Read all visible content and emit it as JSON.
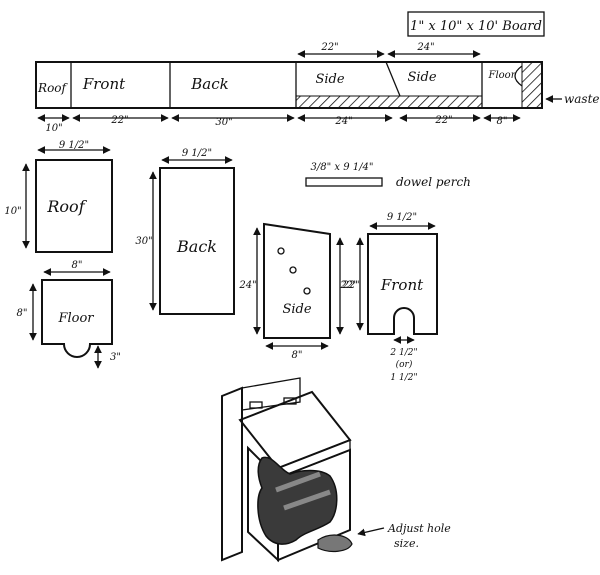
{
  "board_label": "1\" x 10\" x 10' Board",
  "waste_label": "waste",
  "board_segments": [
    {
      "name": "Roof",
      "bottom_dim": "10\""
    },
    {
      "name": "Front",
      "bottom_dim": "22\""
    },
    {
      "name": "Back",
      "bottom_dim": "30\""
    },
    {
      "name": "Side",
      "top_dim": "22\""
    },
    {
      "name": "Side",
      "top_dim": "24\""
    },
    {
      "name": "Floor",
      "bottom_dim": "8\""
    }
  ],
  "sides_bottom_dims": [
    "24\"",
    "22\""
  ],
  "parts": {
    "roof": {
      "name": "Roof",
      "width": "9 1/2\"",
      "height": "10\""
    },
    "back": {
      "name": "Back",
      "width": "9 1/2\"",
      "height": "30\""
    },
    "perch": {
      "label": "dowel perch",
      "size": "3/8\" x 9 1/4\""
    },
    "side": {
      "name": "Side",
      "front_height": "24\"",
      "back_height": "22\"",
      "width": "8\""
    },
    "front": {
      "name": "Front",
      "width": "9 1/2\"",
      "height": "22\"",
      "hole_1": "2 1/2\"",
      "hole_or": "(or)",
      "hole_2": "1 1/2\""
    },
    "floor": {
      "name": "Floor",
      "width": "8\"",
      "notch": "3\""
    }
  },
  "annotation": {
    "line1": "Adjust hole",
    "line2": "size."
  }
}
